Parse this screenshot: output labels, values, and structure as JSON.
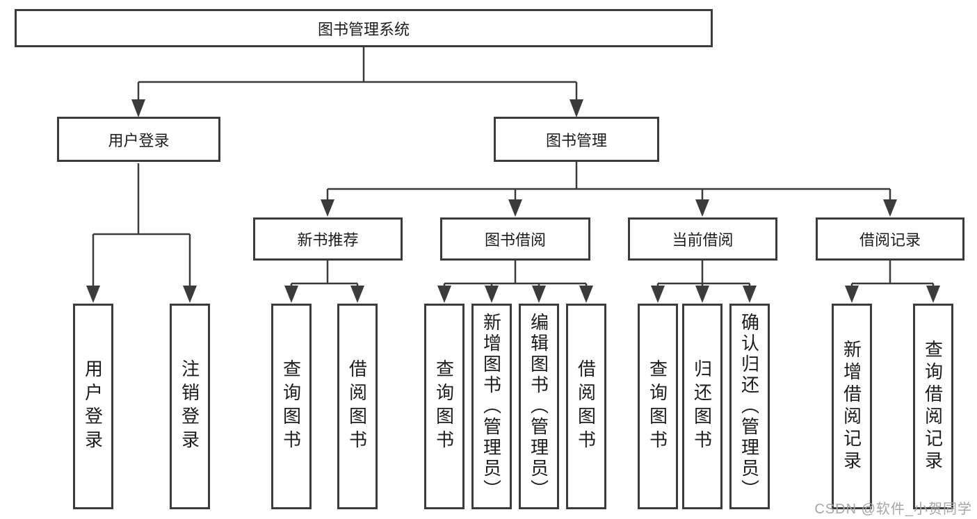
{
  "tree": {
    "root": "图书管理系统",
    "branches": [
      {
        "label": "用户登录",
        "children": [
          "用户登录",
          "注销登录"
        ]
      },
      {
        "label": "图书管理",
        "groups": [
          {
            "label": "新书推荐",
            "children": [
              "查询图书",
              "借阅图书"
            ]
          },
          {
            "label": "图书借阅",
            "children": [
              "查询图书",
              "新增图书（管理员）",
              "编辑图书（管理员）",
              "借阅图书"
            ]
          },
          {
            "label": "当前借阅",
            "children": [
              "查询图书",
              "归还图书",
              "确认归还（管理员）"
            ]
          },
          {
            "label": "借阅记录",
            "children": [
              "新增借阅记录",
              "查询借阅记录"
            ]
          }
        ]
      }
    ]
  },
  "watermark": "CSDN @软件_小贺同学",
  "colors": {
    "line": "#3b3b3b",
    "text": "#1c1c1c",
    "watermark": "#a6a6a6",
    "background": "#ffffff"
  }
}
